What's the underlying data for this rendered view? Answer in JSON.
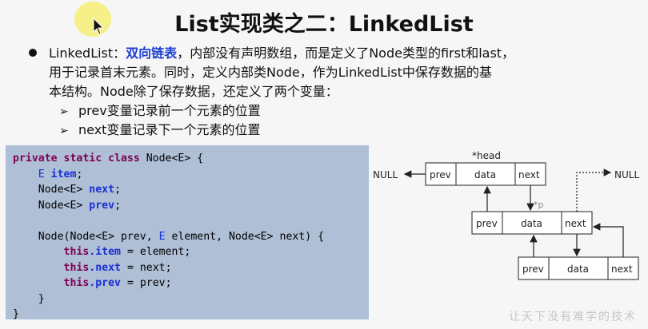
{
  "slide": {
    "title": "List实现类之二：LinkedList",
    "para_lead": "LinkedList：",
    "para_highlight": "双向链表",
    "para_line1_rest": "，内部没有声明数组，而是定义了Node类型的first和last，",
    "para_line2": "用于记录首末元素。同时，定义内部类Node，作为LinkedList中保存数据的基",
    "para_line3": "本结构。Node除了保存数据，还定义了两个变量：",
    "sub1": "prev变量记录前一个元素的位置",
    "sub2": "next变量记录下一个元素的位置",
    "sub_arrow": "➢",
    "watermark": "让天下没有难学的技术",
    "bullet_color": "#111111",
    "highlight_color": "#1f3fd0"
  },
  "code": {
    "l1_kw": "private static class",
    "l1_rest": " Node<E> {",
    "l2_type": "E",
    "l2_field": "item",
    "l3_type": "Node<E>",
    "l3_field": "next",
    "l4_type": "Node<E>",
    "l4_field": "prev",
    "l6_a": "Node(Node<E> prev, ",
    "l6_type": "E",
    "l6_b": " element, Node<E> next) {",
    "l7_kw": "this",
    "l7_field": ".item",
    "l7_rest": " = element;",
    "l8_kw": "this",
    "l8_field": ".next",
    "l8_rest": " = next;",
    "l9_kw": "this",
    "l9_field": ".prev",
    "l9_rest": " = prev;",
    "l10": "}",
    "l11": "}",
    "background": "#aebfd6"
  },
  "diagram": {
    "head_label": "*head",
    "p_label": "*p",
    "null_left": "NULL",
    "null_right": "NULL",
    "prev": "prev",
    "data": "data",
    "next": "next"
  }
}
